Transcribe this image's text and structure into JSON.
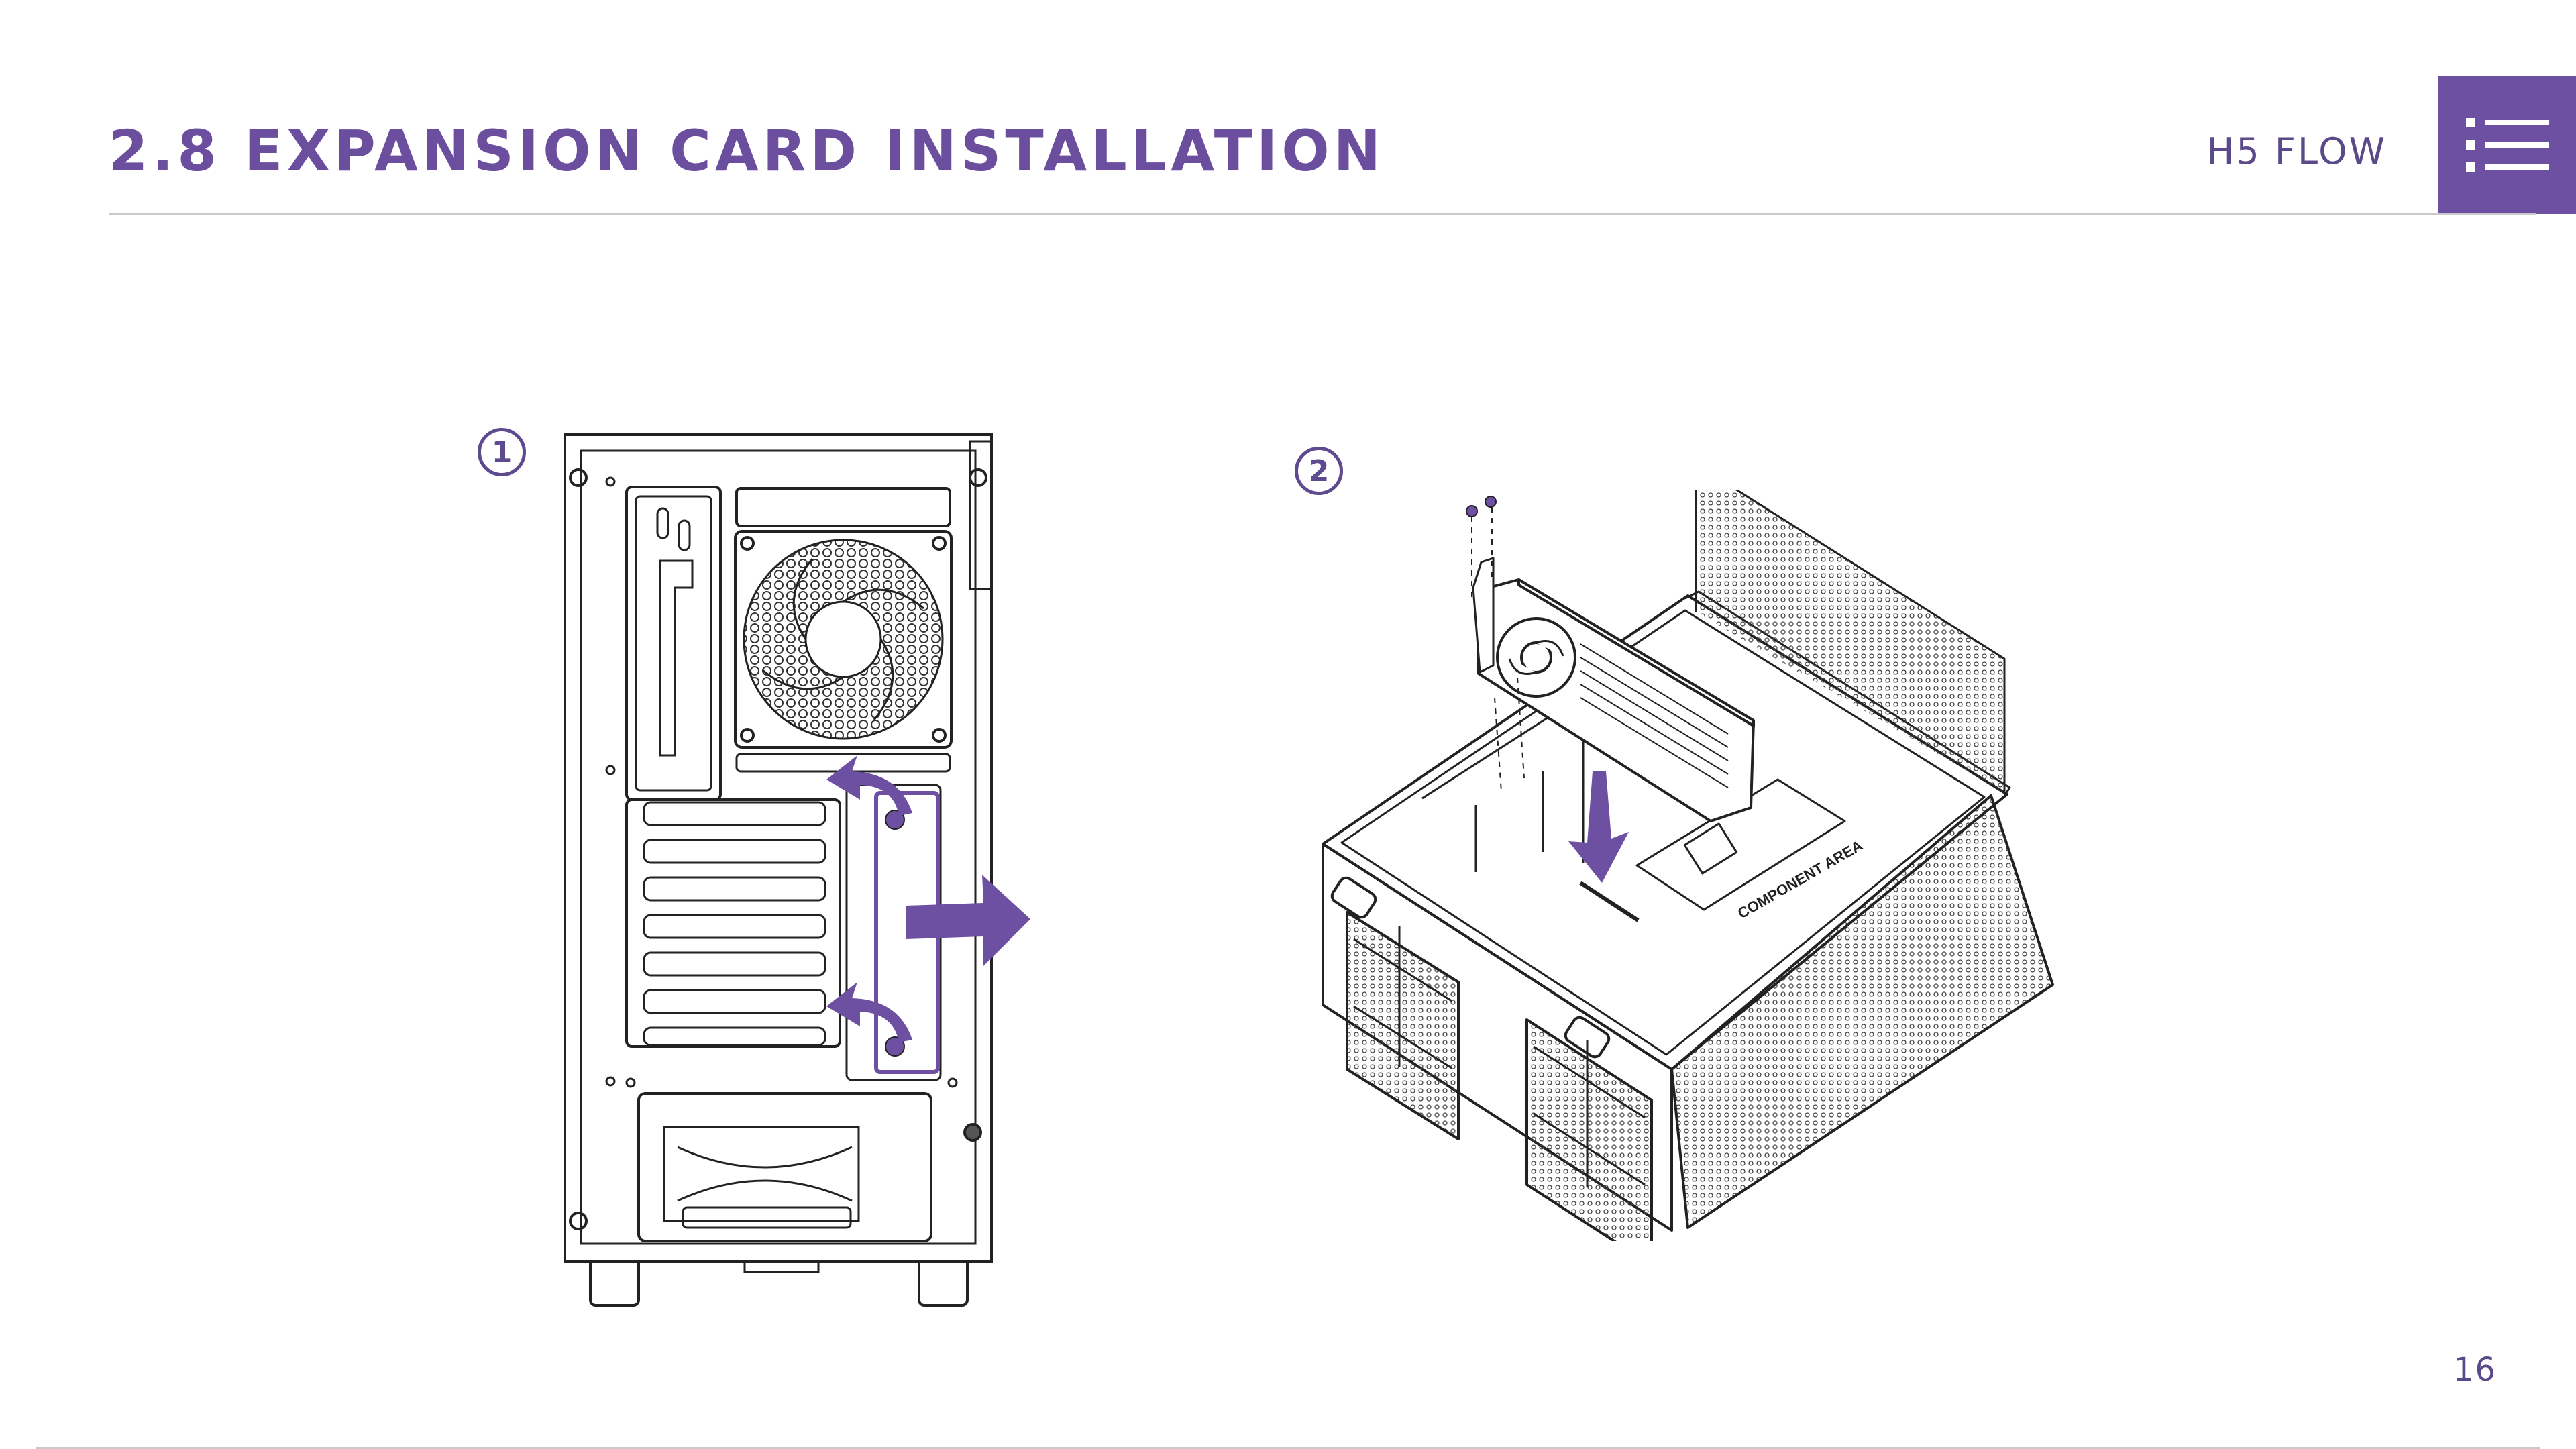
{
  "header": {
    "title": "2.8 EXPANSION CARD INSTALLATION",
    "product": "H5 FLOW"
  },
  "menu": {
    "icon": "menu-list-icon"
  },
  "steps": [
    {
      "marker": "1"
    },
    {
      "marker": "2"
    }
  ],
  "figures": {
    "step1": {
      "subject": "case-rear-view",
      "icons": [
        "fan-icon",
        "screw-icon",
        "arrow-icon"
      ]
    },
    "step2": {
      "subject": "case-open-gpu-install",
      "labels": [
        "COMPONENT AREA"
      ]
    }
  },
  "footer": {
    "page_number": "16"
  },
  "colors": {
    "accent": "#6e50a2",
    "text": "#5b4a8a",
    "line": "#222222",
    "rule": "#c9c9c9"
  }
}
